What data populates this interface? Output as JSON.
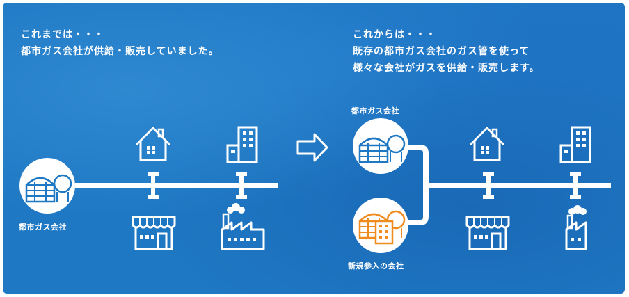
{
  "before": {
    "heading_line1": "これまでは・・・",
    "heading_line2": "都市ガス会社が供給・販売していました。",
    "supplier_label": "都市ガス会社"
  },
  "after": {
    "heading_line1": "これからは・・・",
    "heading_line2": "既存の都市ガス会社のガス管を使って",
    "heading_line3": "様々な会社がガスを供給・販売します。",
    "existing_supplier_label": "都市ガス会社",
    "new_entrant_label": "新規参入の会社"
  },
  "colors": {
    "background": "#1f78c3",
    "line": "#ffffff",
    "new_entrant_accent": "#f08c1e",
    "icon_stroke": "#1f78c3"
  },
  "icons": [
    "house-icon",
    "building-icon",
    "shop-icon",
    "factory-icon",
    "gas-tank-icon",
    "arrow-right-icon"
  ]
}
